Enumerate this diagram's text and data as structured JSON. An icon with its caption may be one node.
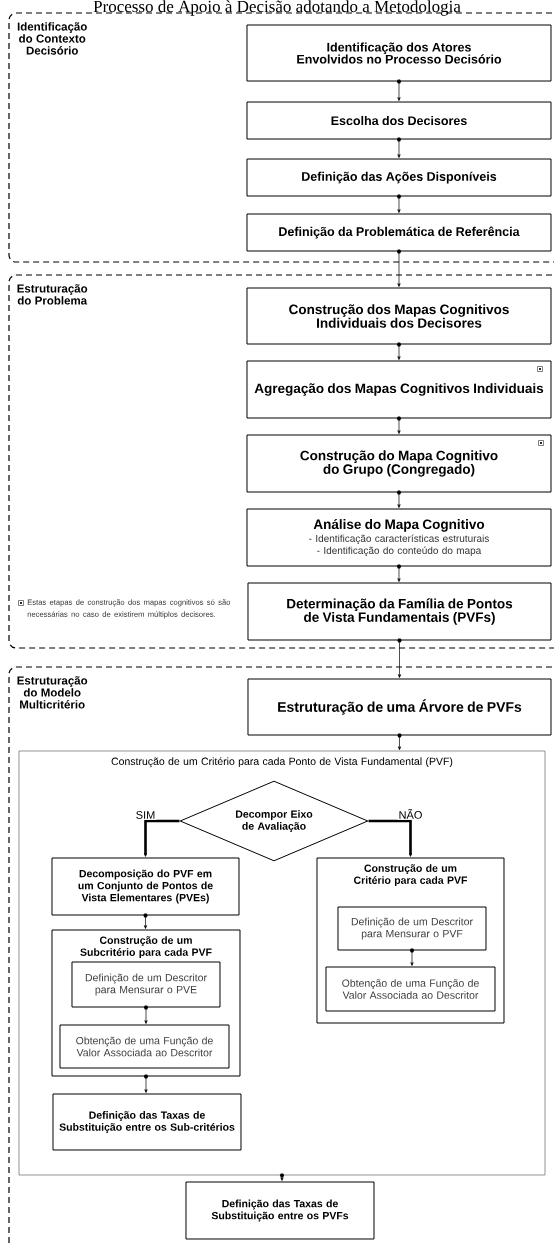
{
  "diagram": {
    "title": "Processo de Apoio à Decisão adotando a Metodologia",
    "nodes": [
      {
        "text": [
          "Identificação do Contexto Decisório"
        ]
      },
      {
        "text": [
          "Identificação dos Atores Envolvidos no Processo Decisório"
        ],
        "in": 0
      },
      {
        "text": [
          "Escolha dos Decisores"
        ],
        "in": 0
      },
      {
        "text": [
          "Definição das Ações Disponíveis"
        ],
        "in": 0
      },
      {
        "text": [
          "Definição da Problemática de Referência"
        ],
        "in": 0
      },
      {
        "text": [
          "Estruturação do Problema"
        ]
      },
      {
        "text": [
          "Construção dos Mapas Cognitivos Individuais dos Decisores"
        ],
        "in": 5
      },
      {
        "text": [
          "Agregação dos Mapas Cognitivos Individuais"
        ],
        "in": 5
      },
      {
        "text": [
          "Construção do Mapa Cognitivo do Grupo (Congregado)"
        ],
        "in": 5
      },
      {
        "text": [
          "Análise do Mapa Cognitivo",
          "- Identificação características estruturais - Identificação do conteúdo do mapa"
        ],
        "in": 5
      },
      {
        "text": [
          "Determinação da Família de Pontos de Vista Fundamentais (PVFs)"
        ],
        "in": 5
      },
      {
        "text": [
          "Estruturação do Modelo Multicritério"
        ]
      },
      {
        "text": [
          "Estruturação de uma Árvore de PVFs"
        ],
        "in": 11
      },
      {
        "text": [
          "Construção de um Critério para cada Ponto de Vista Fundamental (PVF)"
        ],
        "in": 11
      },
      {
        "text": [
          "Decompor Eixo de Avaliação"
        ],
        "in": 13
      },
      {
        "text": [
          "Decomposição do PVF em um Conjunto de Pontos de Vista Elementares (PVEs)"
        ],
        "in": 13
      },
      {
        "text": [
          "Construção de um Subcritério para cada PVF"
        ],
        "in": 13
      },
      {
        "text": [
          "Definição de um Descritor para Mensurar o PVE"
        ],
        "in": 16
      },
      {
        "text": [
          "Obtenção de uma Função de Valor Associada ao Descritor"
        ],
        "in": 16
      },
      {
        "text": [
          "Definição das Taxas de Substituição entre os Sub-critérios"
        ],
        "in": 13
      },
      {
        "text": [
          "Construção de um Critério para cada PVF"
        ],
        "in": 13
      },
      {
        "text": [
          "Definição de um Descritor para Mensurar o PVF"
        ],
        "in": 20
      },
      {
        "text": [
          "Obtenção de uma Função de Valor Associada ao Descritor"
        ],
        "in": 20
      },
      {
        "text": [
          "Definição das Taxas de Substituição entre os PVFs"
        ],
        "in": 11
      }
    ],
    "edges": [
      {
        "from": 1,
        "to": 2,
        "arrow": "to"
      },
      {
        "from": 2,
        "to": 3,
        "arrow": "to"
      },
      {
        "from": 3,
        "to": 4,
        "arrow": "to"
      },
      {
        "from": 4,
        "to": 6,
        "arrow": "to"
      },
      {
        "from": 6,
        "to": 7,
        "arrow": "to"
      },
      {
        "from": 7,
        "to": 8,
        "arrow": "to"
      },
      {
        "from": 8,
        "to": 9,
        "arrow": "to"
      },
      {
        "from": 9,
        "to": 10,
        "arrow": "to"
      },
      {
        "from": 10,
        "to": 12,
        "arrow": "to"
      },
      {
        "from": 12,
        "to": 13,
        "arrow": "to"
      },
      {
        "from": 14,
        "to": 15,
        "arrow": "to",
        "label": "SIM",
        "style": "thick"
      },
      {
        "from": 14,
        "to": 20,
        "arrow": "to",
        "label": "NÃO",
        "style": "thick"
      },
      {
        "from": 15,
        "to": 16,
        "arrow": "to"
      },
      {
        "from": 17,
        "to": 18,
        "arrow": "to"
      },
      {
        "from": 16,
        "to": 19,
        "arrow": "to"
      },
      {
        "from": 21,
        "to": 22,
        "arrow": "to"
      },
      {
        "from": 13,
        "to": 23,
        "arrow": "to"
      }
    ],
    "labels": [
      "Estas etapas de construção dos mapas cognitivos só são necessárias no caso de existirem múltiplos decisores."
    ]
  }
}
